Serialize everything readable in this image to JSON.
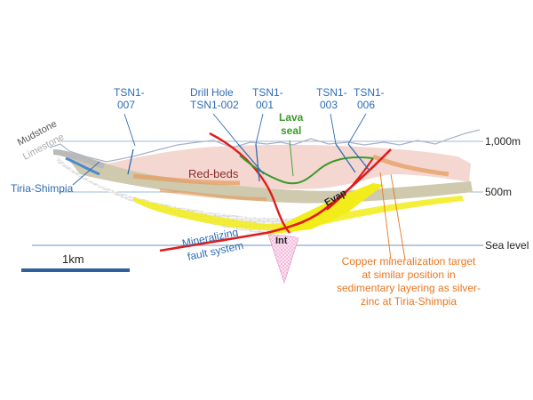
{
  "diagram": {
    "drill_holes": [
      {
        "line1": "TSN1-",
        "line2": "007"
      },
      {
        "line1": "Drill Hole",
        "line2": "TSN1-002"
      },
      {
        "line1": "TSN1-",
        "line2": "001"
      },
      {
        "line1": "TSN1-",
        "line2": "003"
      },
      {
        "line1": "TSN1-",
        "line2": "006"
      }
    ],
    "lava_seal": {
      "line1": "Lava",
      "line2": "seal"
    },
    "red_beds": "Red-beds",
    "mudstone": "Mudstone",
    "limestone": "Limestone",
    "tiria_shimpia": "Tiria-Shimpia",
    "evap": "Evap",
    "intrusion": "Int",
    "fault_system": {
      "line1": "Mineralizing",
      "line2": "fault system"
    },
    "levels": {
      "top": "1,000m",
      "mid": "500m",
      "sea": "Sea level"
    },
    "scale_bar": "1km",
    "target_note": [
      "Copper mineralization target",
      "at similar position in",
      "sedimentary layering as silver-",
      "zinc at Tiria-Shimpia"
    ],
    "colors": {
      "blue_label": "#2e6db4",
      "green_label": "#3a9a2a",
      "red_beds": "#8b2d2d",
      "orange_note": "#e87722",
      "fault_red": "#e01b1b",
      "evap_yellow": "#f2ec1a",
      "level_line": "#9db8d9",
      "scale_bar": "#2f5f9e"
    }
  }
}
